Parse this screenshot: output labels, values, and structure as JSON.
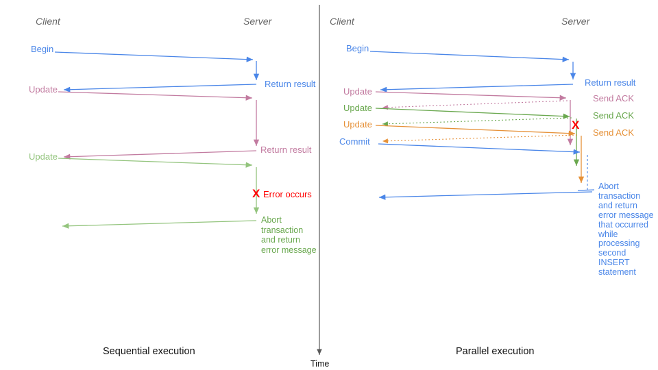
{
  "colors": {
    "blue": "#4a86e8",
    "pink": "#c27ba0",
    "green": "#6aa84f",
    "light_green": "#93c47d",
    "orange": "#e69138",
    "red": "#ff0000",
    "axis_gray": "#595959",
    "header_gray": "#666666"
  },
  "timeline": {
    "label": "Time"
  },
  "panels": {
    "sequential": {
      "caption": "Sequential execution",
      "client_header": "Client",
      "server_header": "Server",
      "labels": {
        "begin": "Begin",
        "return_result_1": "Return result",
        "update_1": "Update",
        "return_result_2": "Return result",
        "update_2": "Update",
        "error_mark": "X",
        "error_text": "Error occurs",
        "abort_text": "Abort\ntransaction\nand return\nerror message"
      }
    },
    "parallel": {
      "caption": "Parallel execution",
      "client_header": "Client",
      "server_header": "Server",
      "labels": {
        "begin": "Begin",
        "return_result": "Return result",
        "update_1": "Update",
        "send_ack_1": "Send ACK",
        "update_2": "Update",
        "send_ack_2": "Send ACK",
        "update_3": "Update",
        "send_ack_3": "Send ACK",
        "commit": "Commit",
        "error_mark": "X",
        "abort_text": "Abort\ntransaction\nand return\nerror message\nthat occurred\nwhile\nprocessing\nsecond\nINSERT\nstatement"
      }
    }
  }
}
